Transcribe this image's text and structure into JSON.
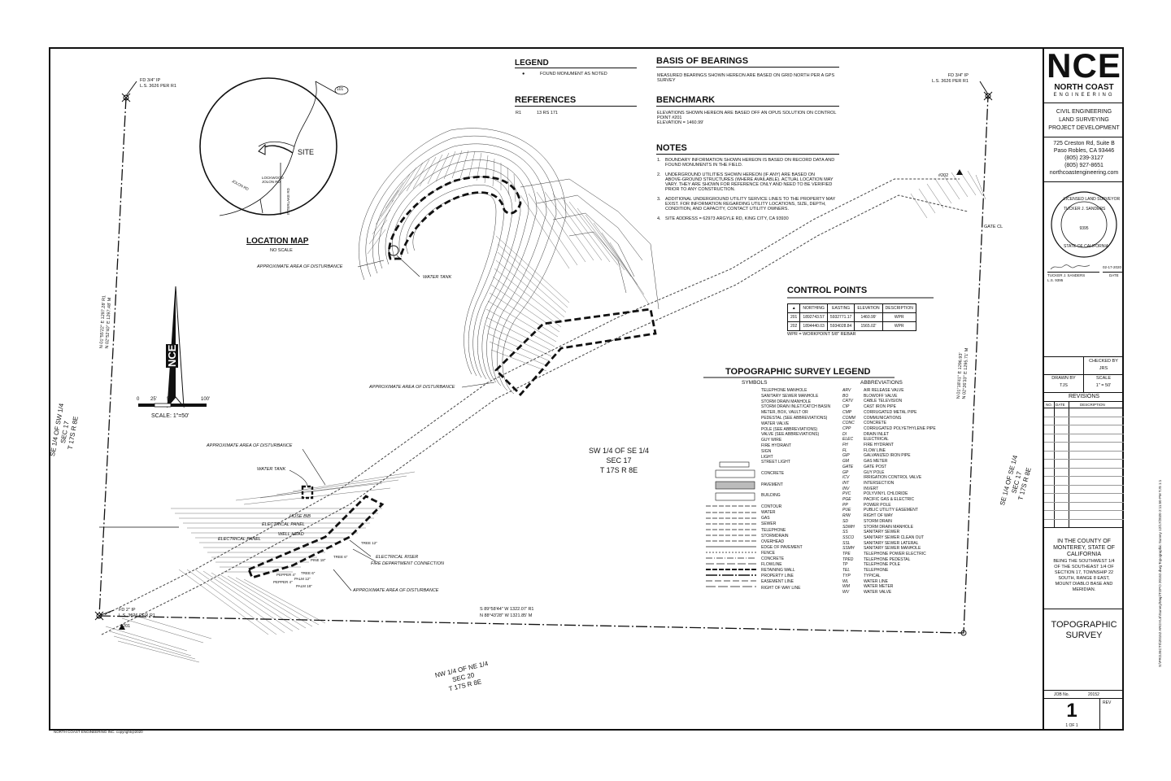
{
  "title_block": {
    "logo": "NCE",
    "company": "NORTH COAST",
    "company_sub": "ENGINEERING",
    "services": [
      "CIVIL ENGINEERING",
      "LAND SURVEYING",
      "PROJECT DEVELOPMENT"
    ],
    "address": [
      "725 Creston Rd, Suite B",
      "Paso Robles, CA 93446",
      "(805) 239-3127",
      "(805) 927-8651",
      "northcoastengineering.com"
    ],
    "seal_text": [
      "LICENSED LAND SURVEYOR",
      "TUCKER J. SANDERS",
      "9395",
      "STATE OF CALIFORNIA"
    ],
    "signer": "TUCKER J. SANDERS",
    "signer_ls": "L.S. 9395",
    "sign_date": "02-17-2020",
    "date_label": "DATE",
    "checked_by_label": "CHECKED BY",
    "checked_by": "JRS",
    "drawn_by_label": "DRAWN BY",
    "drawn_by": "TJS",
    "scale_label": "SCALE",
    "scale": "1\" = 50'",
    "revisions_label": "REVISIONS",
    "rev_cols": [
      "NO.",
      "DATE",
      "DESCRIPTION"
    ],
    "county_text": [
      "IN THE COUNTY OF",
      "MONTEREY, STATE OF",
      "CALIFORNIA"
    ],
    "legal_text": [
      "BEING THE SOUTHWEST 1/4",
      "OF THE SOUTHEAST 1/4 OF",
      "SECTION 17, TOWNSHIP 22",
      "SOUTH, RANGE 8 EAST,",
      "MOUNT DIABLO BASE AND",
      "MERIDIAN."
    ],
    "sheet_title": [
      "TOPOGRAPHIC",
      "SURVEY"
    ],
    "job_label": "JOB No.",
    "job_no": "20152",
    "sheet_no": "1",
    "rev_label": "REV",
    "sheet_of": "1  OF  1"
  },
  "legend": {
    "title": "LEGEND",
    "item": "FOUND MONUMENT AS NOTED"
  },
  "references": {
    "title": "REFERENCES",
    "r1_id": "R1",
    "r1_text": "13 RS 171"
  },
  "basis": {
    "title": "BASIS OF BEARINGS",
    "text": [
      "MEASURED BEARINGS SHOWN HEREON ARE BASED ON GRID NORTH PER A GPS",
      "SURVEY"
    ]
  },
  "benchmark": {
    "title": "BENCHMARK",
    "text": [
      "ELEVATIONS SHOWN HEREON ARE BASED OFF AN OPUS SOLUTION ON CONTROL",
      "POINT #201",
      "ELEVATION = 1460.99'"
    ]
  },
  "notes": {
    "title": "NOTES",
    "items": [
      [
        "1.",
        "BOUNDARY INFORMATION SHOWN HEREON IS BASED ON RECORD DATA AND",
        "FOUND MONUMENTS IN THE FIELD."
      ],
      [
        "2.",
        "UNDERGROUND UTILITIES SHOWN HEREON (IF ANY) ARE BASED ON",
        "ABOVE-GROUND STRUCTURES (WHERE AVAILABLE). ACTUAL LOCATION MAY",
        "VARY. THEY ARE SHOWN FOR REFERENCE ONLY AND NEED TO BE VERIFIED",
        "PRIOR TO ANY CONSTRUCTION."
      ],
      [
        "3.",
        "ADDITIONAL UNDERGROUND UTILITY SERVICE LINES TO THE PROPERTY MAY",
        "EXIST. FOR INFORMATION REGARDING UTILITY LOCATIONS, SIZE, DEPTH,",
        "CONDITION, AND CAPACITY, CONTACT UTILITY OWNERS."
      ],
      [
        "4.",
        "SITE ADDRESS = 62973 ARGYLE RD, KING CITY, CA 93930"
      ]
    ]
  },
  "control_points": {
    "title": "CONTROL POINTS",
    "headers": [
      "",
      "NORTHING",
      "EASTING",
      "ELEVATION",
      "DESCRIPTION"
    ],
    "rows": [
      [
        "201",
        "1892743.57",
        "5932771.17",
        "1460.99'",
        "WPR"
      ],
      [
        "202",
        "1894440.03",
        "5934028.84",
        "1565.02'",
        "WPR"
      ]
    ],
    "footnote": "WPR = WORKPOINT 5/8\" REBAR"
  },
  "topo_legend": {
    "title": "TOPOGRAPHIC SURVEY LEGEND",
    "symbols_label": "SYMBOLS",
    "abbrev_label": "ABBREVIATIONS",
    "symbols": [
      "TELEPHONE MANHOLE",
      "SANITARY SEWER MANHOLE",
      "STORM DRAIN MANHOLE",
      "STORM DRAIN INLET/CATCH BASIN",
      "METER, BOX, VAULT OR",
      "PEDESTAL (SEE ABBREVIATIONS)",
      "WATER VALVE",
      "POLE (SEE ABBREVIATIONS)",
      "VALVE (SEE ABBREVIATIONS)",
      "GUY WIRE",
      "FIRE HYDRANT",
      "SIGN",
      "LIGHT",
      "STREET LIGHT",
      "",
      "CONCRETE",
      "",
      "PAVEMENT",
      "",
      "BUILDING",
      "",
      "CONTOUR",
      "WATER",
      "GAS",
      "SEWER",
      "TELEPHONE",
      "STORMDRAIN",
      "OVERHEAD",
      "EDGE OF PAVEMENT",
      "FENCE",
      "CONCRETE",
      "FLOWLINE",
      "RETAINING WALL",
      "PROPERTY LINE",
      "EASEMENT LINE",
      "RIGHT OF WAY LINE"
    ],
    "abbrevs": [
      [
        "ARV",
        "AIR RELEASE VALVE"
      ],
      [
        "BO",
        "BLOWOFF VALVE"
      ],
      [
        "CATV",
        "CABLE TELEVISION"
      ],
      [
        "CIP",
        "CAST IRON PIPE"
      ],
      [
        "CMP",
        "CORRUGATED METAL PIPE"
      ],
      [
        "COMM",
        "COMMUNICATIONS"
      ],
      [
        "CONC",
        "CONCRETE"
      ],
      [
        "CPP",
        "CORRUGATED POLYETHYLENE PIPE"
      ],
      [
        "DI",
        "DRAIN INLET"
      ],
      [
        "ELEC",
        "ELECTRICAL"
      ],
      [
        "FH",
        "FIRE HYDRANT"
      ],
      [
        "FL",
        "FLOW LINE"
      ],
      [
        "GIP",
        "GALVANIZED IRON PIPE"
      ],
      [
        "GM",
        "GAS METER"
      ],
      [
        "GATE",
        "GATE POST"
      ],
      [
        "GP",
        "GUY POLE"
      ],
      [
        "ICV",
        "IRRIGATION CONTROL VALVE"
      ],
      [
        "INT",
        "INTERSECTION"
      ],
      [
        "INV",
        "INVERT"
      ],
      [
        "PVC",
        "POLYVINYL CHLORIDE"
      ],
      [
        "PGE",
        "PACIFIC GAS & ELECTRIC"
      ],
      [
        "PP",
        "POWER POLE"
      ],
      [
        "PUE",
        "PUBLIC UTILITY EASEMENT"
      ],
      [
        "R/W",
        "RIGHT OF WAY"
      ],
      [
        "SD",
        "STORM DRAIN"
      ],
      [
        "SDMH",
        "STORM DRAIN MANHOLE"
      ],
      [
        "SS",
        "SANITARY SEWER"
      ],
      [
        "SSCO",
        "SANITARY SEWER CLEAN OUT"
      ],
      [
        "SSL",
        "SANITARY SEWER LATERAL"
      ],
      [
        "SSMH",
        "SANITARY SEWER MANHOLE"
      ],
      [
        "TPE",
        "TELEPHONE POWER ELECTRIC"
      ],
      [
        "TPED",
        "TELEPHONE PEDESTAL"
      ],
      [
        "TP",
        "TELEPHONE POLE"
      ],
      [
        "TEL",
        "TELEPHONE"
      ],
      [
        "TYP",
        "TYPICAL"
      ],
      [
        "WL",
        "WATER LINE"
      ],
      [
        "WM",
        "WATER METER"
      ],
      [
        "WV",
        "WATER VALVE"
      ]
    ]
  },
  "location_map": {
    "title": "LOCATION MAP",
    "subtitle": "NO SCALE",
    "site": "SITE",
    "road_101": "101",
    "road_jolon": "JOLON RD",
    "road_lockwood": "LOCKWOOD JOLON RD",
    "road_interlake": "INTERLAKE RD"
  },
  "north_arrow": {
    "label": "NCE"
  },
  "scale_bar": {
    "ticks": [
      "0",
      "25'",
      "50'",
      "100'"
    ],
    "label": "SCALE:  1\"=50'"
  },
  "plan": {
    "sw_label": [
      "SW 1/4 OF SE 1/4",
      "SEC 17",
      "T 17S R 8E"
    ],
    "west_label": [
      "SE 1/4 OF SW 1/4",
      "SEC 17",
      "T 17S R 8E"
    ],
    "east_label": [
      "SE 1/4 OF SE 1/4",
      "SEC 17",
      "T 17S R 8E"
    ],
    "south_label": [
      "NW 1/4 OF NE 1/4",
      "SEC 20",
      "T 17S R 8E"
    ],
    "west_bearing": [
      "N 01°55'22\" E  1297.28' R1",
      "N 02°52'40\" E  1297.48' M"
    ],
    "east_bearing": [
      "N 01°18'41\" E  1296.93'",
      "N 02°26'33\" E  1295.71' M"
    ],
    "south_bearing": [
      "S 89°58'44\" W  1322.07' R1",
      "N 88°43'28\" W  1321.85' M"
    ],
    "mon_nw": [
      "FD 3/4\" IP",
      "L.S. 3626 PER R1"
    ],
    "mon_ne": [
      "FD 3/4\" IP",
      "L.S. 3626 PER R1"
    ],
    "mon_sw": [
      "FD 2\" IP",
      "L.S. 3626 PER R1"
    ],
    "cp201": "#201",
    "cp202": "#202",
    "gate": "GATE CL",
    "disturb": "APPROXIMATE AREA OF DISTURBANCE",
    "water_tank": "WATER TANK",
    "hose_bib": "HOSE BIB",
    "elec_panel": "ELECTRICAL PANEL",
    "well_head": "WELL HEAD",
    "elec_riser": "ELECTRICAL RISER",
    "fdc": "FIRE DEPARTMENT CONNECTION",
    "trees": [
      "TREE 12\"",
      "PINE 18\"",
      "TREE 6\"",
      "TREE 6\"",
      "PEPPER 4\"",
      "PALM 12\"",
      "PEPPER 4\"",
      "PALM 18\""
    ],
    "copyright": "NORTH COAST ENGINEERING INC. copyright@2020",
    "side_path": "S:\\PROJECTS\\20152 ARGYLE\\Survey\\Map\\TOPO 20152.dwg  Topographic Survey  12/17/2020 2:11:50 PM  TJS  1:1"
  }
}
